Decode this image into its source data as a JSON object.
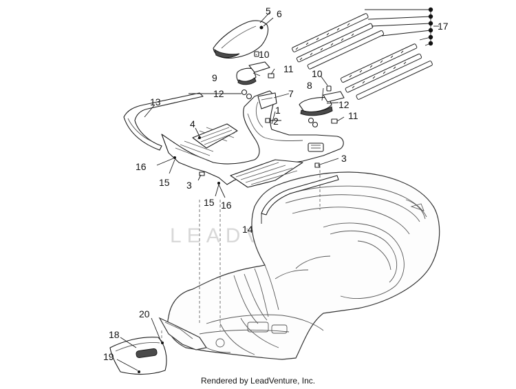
{
  "callouts": {
    "c1": "1",
    "c2": "2",
    "c3a": "3",
    "c3b": "3",
    "c4": "4",
    "c5": "5",
    "c6": "6",
    "c7": "7",
    "c8": "8",
    "c9": "9",
    "c10a": "10",
    "c10b": "10",
    "c11a": "11",
    "c11b": "11",
    "c12a": "12",
    "c12b": "12",
    "c13": "13",
    "c14": "14",
    "c15a": "15",
    "c15b": "15",
    "c16a": "16",
    "c16b": "16",
    "c17": "17",
    "c18": "18",
    "c19": "19",
    "c20": "20"
  },
  "watermark": "LEADVENTURE",
  "footer": "Rendered by LeadVenture, Inc."
}
